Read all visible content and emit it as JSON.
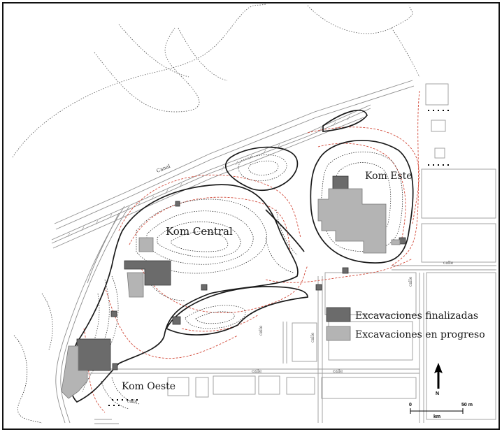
{
  "labels": {
    "kom_central": "Kom Central",
    "kom_este": "Kom Este",
    "kom_oeste": "Kom Oeste",
    "canal": "Canal",
    "calle": "calle"
  },
  "legend": {
    "finished": {
      "label": "Excavaciones finalizadas",
      "color": "#6b6b6b"
    },
    "in_progress": {
      "label": "Excavaciones en progreso",
      "color": "#b4b4b4"
    }
  },
  "north": {
    "letter": "N"
  },
  "scale": {
    "start": "0",
    "end": "50 m",
    "unit": "km"
  },
  "colors": {
    "contour": "#222222",
    "old_contour": "#d24a3a",
    "road": "#9a9a9a",
    "frame": "#111111"
  }
}
